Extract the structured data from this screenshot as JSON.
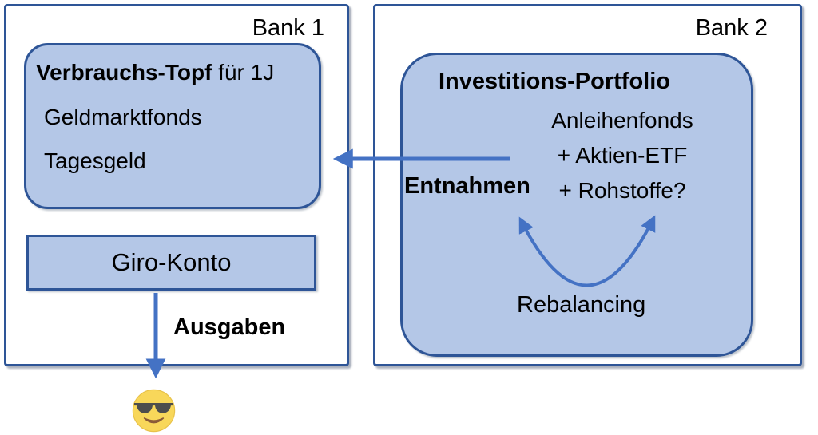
{
  "colors": {
    "box_fill": "#b4c7e7",
    "box_border": "#2e5597",
    "arrow": "#4472c4",
    "text": "#000000",
    "background": "#ffffff",
    "emoji_face": "#f8d75a",
    "emoji_glasses": "#4d4d4d"
  },
  "bank1": {
    "label": "Bank 1",
    "consumption_pot": {
      "title_bold": "Verbrauchs-Topf",
      "title_rest": " für 1J",
      "items": [
        "Geldmarktfonds",
        "Tagesgeld"
      ]
    },
    "giro_account": {
      "label": "Giro-Konto"
    },
    "expenses_label": "Ausgaben"
  },
  "bank2": {
    "label": "Bank 2",
    "portfolio": {
      "title": "Investitions-Portfolio",
      "assets": [
        "Anleihenfonds",
        "+ Aktien-ETF",
        "+ Rohstoffe?"
      ],
      "rebalancing_label": "Rebalancing"
    },
    "withdrawals_label": "Entnahmen"
  },
  "icons": {
    "emoji": "smiling-face-with-sunglasses"
  }
}
